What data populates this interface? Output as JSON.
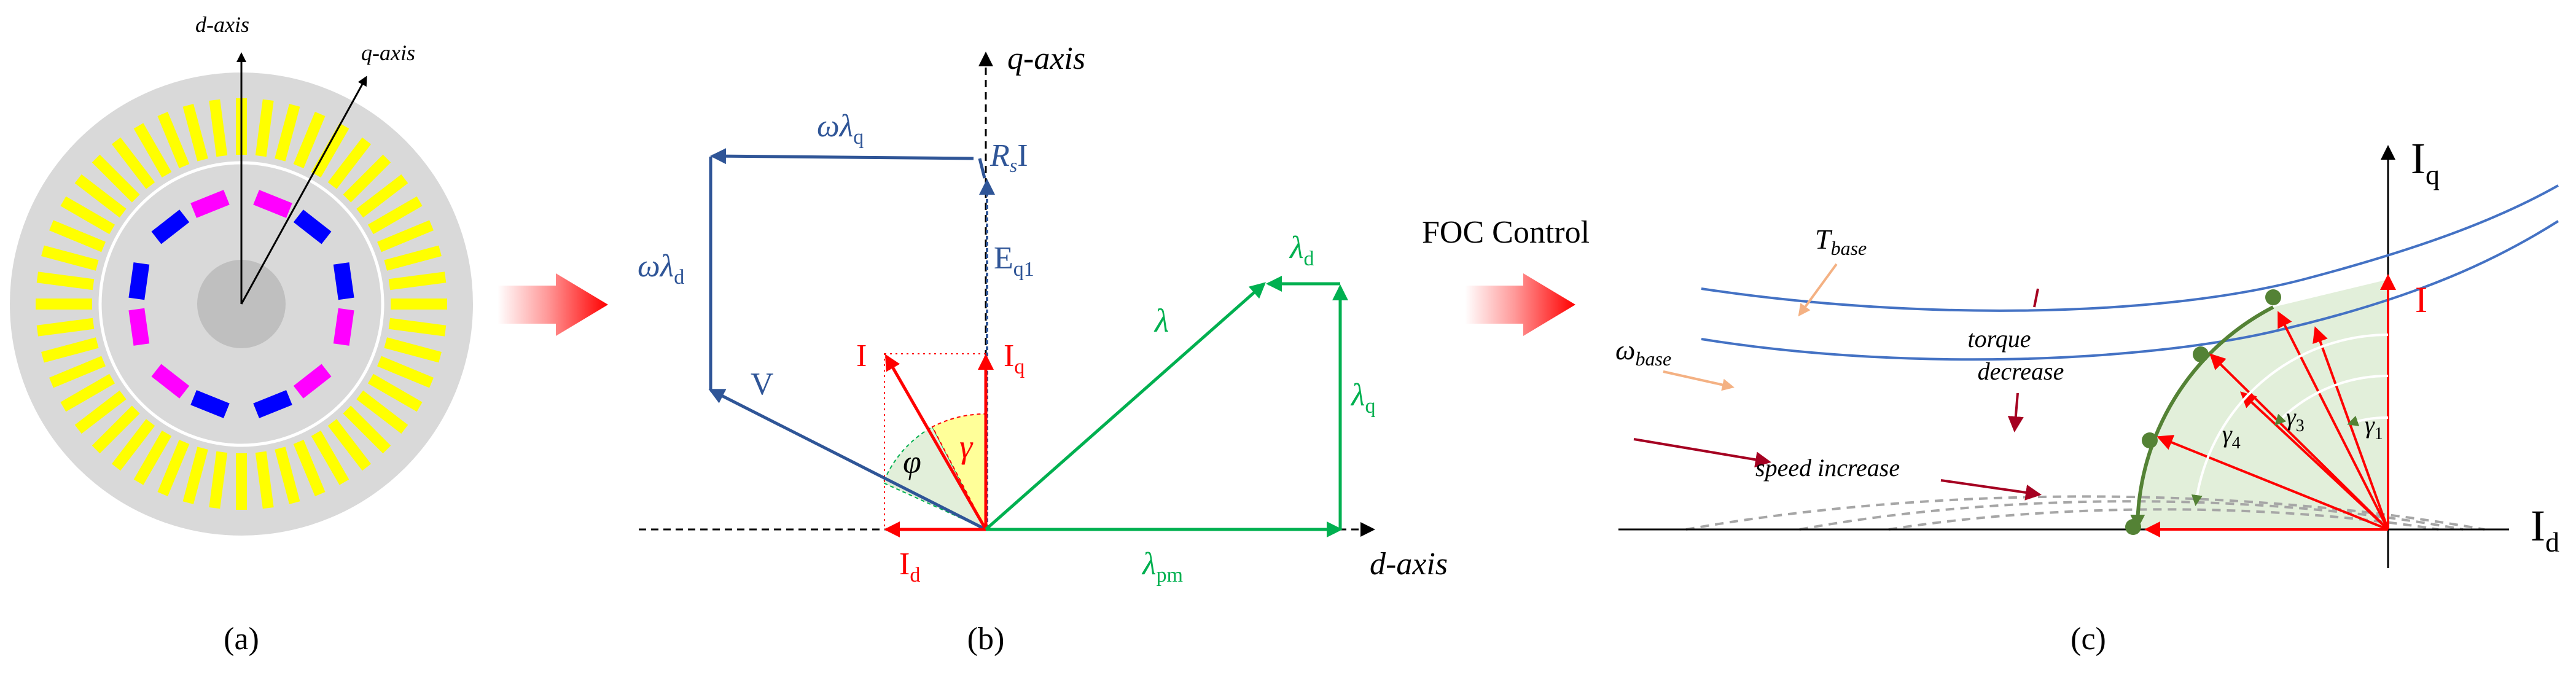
{
  "panels": {
    "a": {
      "label": "(a)",
      "d_axis": "d-axis",
      "q_axis": "q-axis"
    },
    "b": {
      "label": "(b)",
      "q_axis": "q-axis",
      "d_axis": "d-axis",
      "omega": "ω",
      "lambda": "λ",
      "q": "q",
      "d": "d",
      "pm": "pm",
      "rs": "R",
      "rs_sub": "s",
      "rs_I": "I",
      "E": "E",
      "E_sub": "q1",
      "I": "I",
      "Iq_sub": "q",
      "Id_sub": "d",
      "V": "V",
      "phi": "φ",
      "gamma": "γ"
    },
    "c": {
      "label": "(c)",
      "foc": "FOC Control",
      "T": "T",
      "T_sub": "base",
      "w": "ω",
      "w_sub": "base",
      "torque1": "torque",
      "torque2": "decrease",
      "speed": "speed increase",
      "I": "I",
      "q": "q",
      "d": "d",
      "gamma": "γ",
      "g1": "1",
      "g3": "3",
      "g4": "4"
    }
  },
  "colors": {
    "blue": "#2f5597",
    "green": "#00b050",
    "red": "#ff0000",
    "magenta": "#ff00ff",
    "yellow": "#ffff00",
    "rotor_blue": "#0000ff",
    "gray": "#d9d9d9",
    "curve_blue": "#4472c4",
    "dark_green": "#548235",
    "light_green": "#e2efda",
    "orange": "#f4b183",
    "dark_red": "#a50021"
  }
}
